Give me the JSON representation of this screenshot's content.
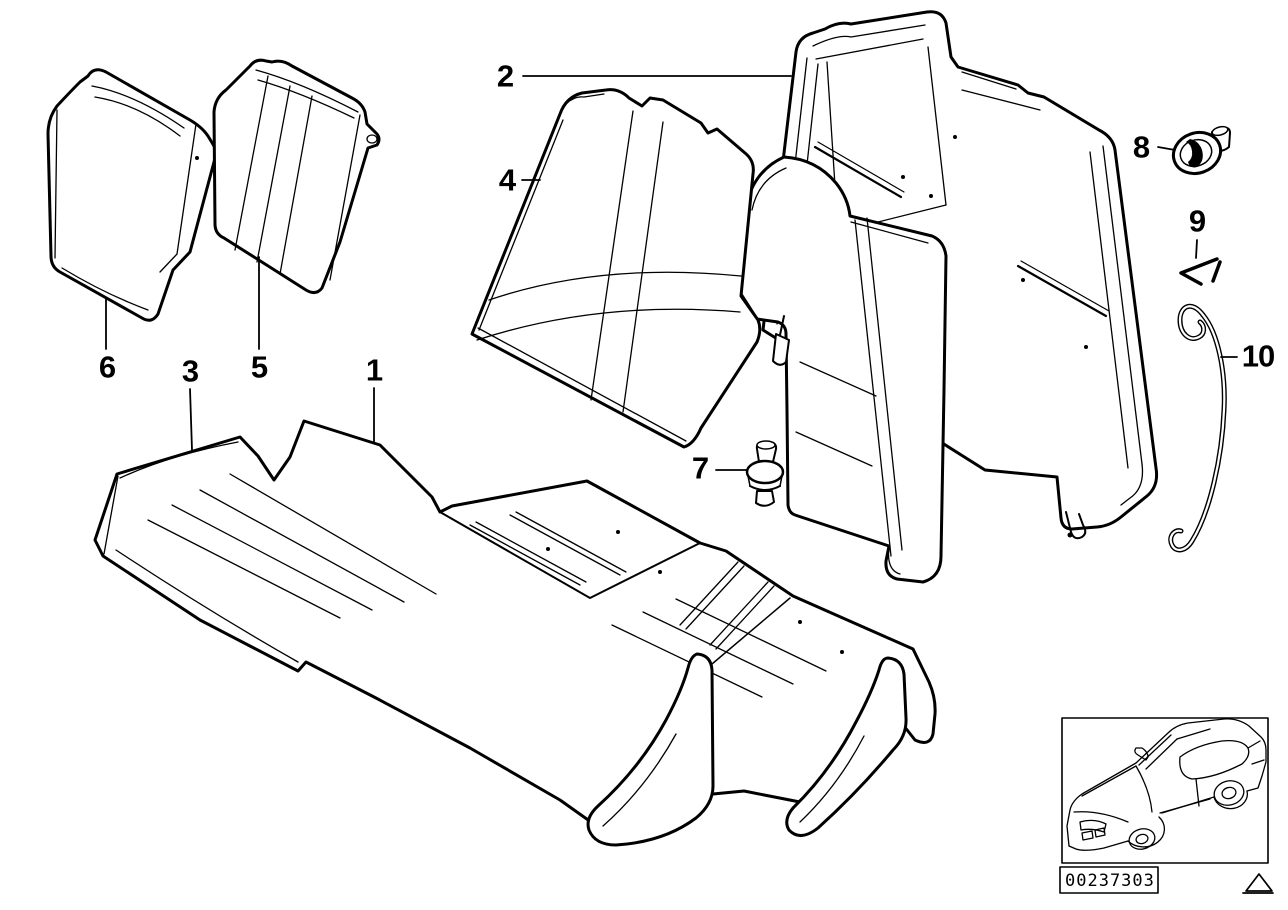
{
  "diagram": {
    "title_hint": "Rear seat parts exploded view",
    "callouts": [
      {
        "label": "1"
      },
      {
        "label": "2"
      },
      {
        "label": "3"
      },
      {
        "label": "4"
      },
      {
        "label": "5"
      },
      {
        "label": "6"
      },
      {
        "label": "7"
      },
      {
        "label": "8"
      },
      {
        "label": "9"
      },
      {
        "label": "10"
      }
    ],
    "footer": {
      "part_number": "00237303"
    },
    "colors": {
      "line": "#000000",
      "background": "#ffffff"
    }
  }
}
